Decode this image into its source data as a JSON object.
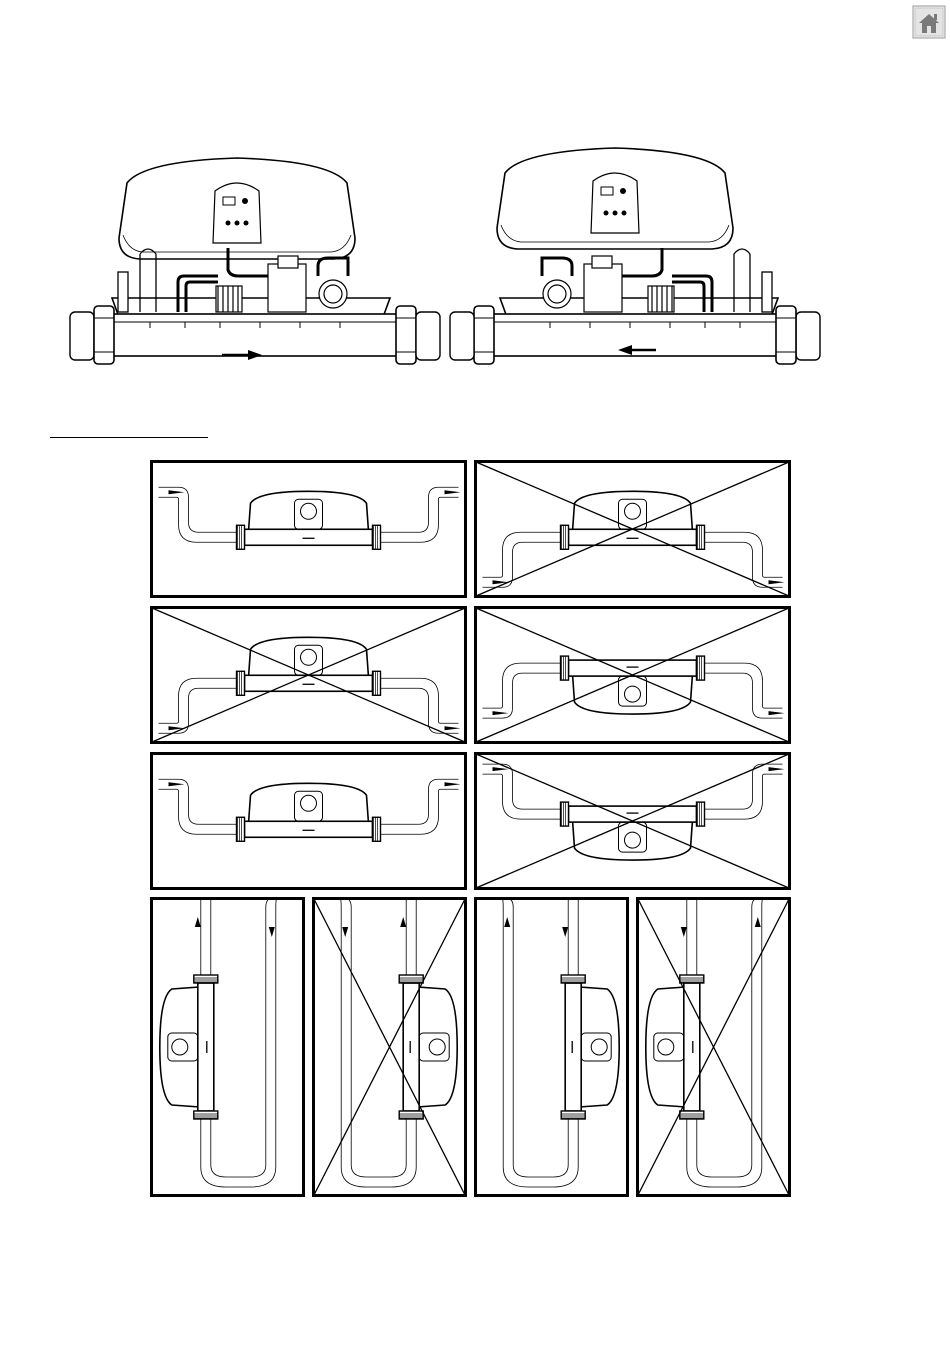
{
  "page": {
    "nav": {
      "home_icon": "home-icon",
      "home_color": "#7a7a7a"
    }
  },
  "top_figure": {
    "units": [
      {
        "id": "heater-left",
        "flow_direction": "right"
      },
      {
        "id": "heater-right",
        "flow_direction": "left"
      }
    ]
  },
  "installation_panels": [
    {
      "id": "h1",
      "orientation": "horizontal",
      "housing": "above",
      "pipes": "up",
      "allowed": true
    },
    {
      "id": "h2",
      "orientation": "horizontal",
      "housing": "above",
      "pipes": "down",
      "allowed": false
    },
    {
      "id": "h3",
      "orientation": "horizontal",
      "housing": "above",
      "pipes": "down",
      "allowed": false
    },
    {
      "id": "h4",
      "orientation": "horizontal",
      "housing": "below",
      "pipes": "down",
      "allowed": false
    },
    {
      "id": "h5",
      "orientation": "horizontal",
      "housing": "above",
      "pipes": "up",
      "allowed": true
    },
    {
      "id": "h6",
      "orientation": "horizontal",
      "housing": "below",
      "pipes": "up",
      "allowed": false
    },
    {
      "id": "v1",
      "orientation": "vertical",
      "housing": "left",
      "flow": "up",
      "allowed": true
    },
    {
      "id": "v2",
      "orientation": "vertical",
      "housing": "right",
      "flow": "up",
      "allowed": false
    },
    {
      "id": "v3",
      "orientation": "vertical",
      "housing": "right",
      "flow": "down",
      "allowed": true
    },
    {
      "id": "v4",
      "orientation": "vertical",
      "housing": "left",
      "flow": "down",
      "allowed": false
    }
  ]
}
